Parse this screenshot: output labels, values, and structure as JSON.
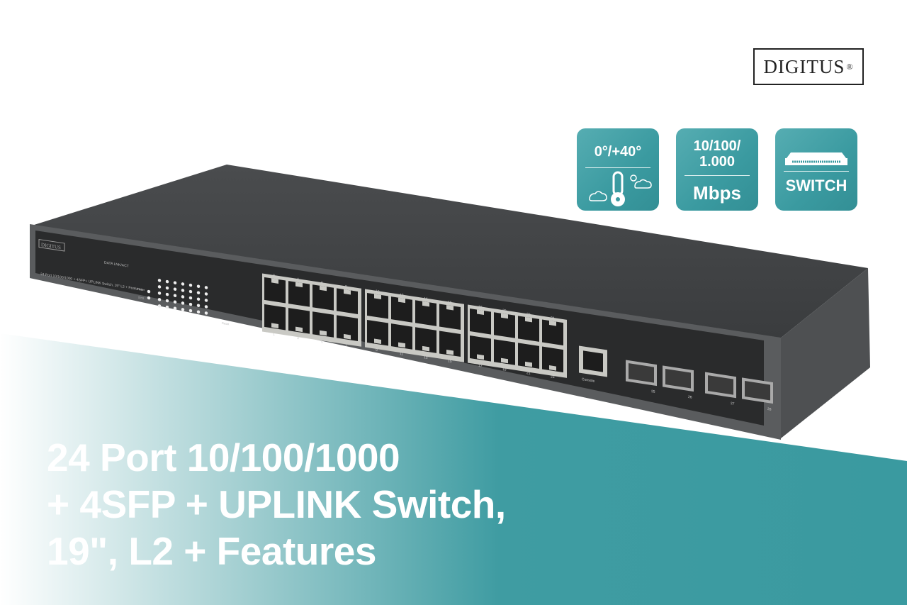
{
  "brand": {
    "logo": "DIGITUS",
    "registered": "®"
  },
  "badges": [
    {
      "top": "0°/+40°",
      "icon": "thermometer-weather-icon"
    },
    {
      "top": "10/100/",
      "middle": "1.000",
      "bottom": "Mbps"
    },
    {
      "icon": "switch-icon",
      "bottom": "SWITCH"
    }
  ],
  "product": {
    "panel_logo": "DIGITUS",
    "panel_text": "24 Port 10/100/1000 + 4SFP+ UPLINK Switch, 19\" L2 + Features",
    "led_label": "DATA LNK/ACT",
    "power_label": "Power",
    "sys_label": "SYS",
    "reset_label": "Reset",
    "console_label": "Console",
    "top_port_numbers": [
      "2",
      "4",
      "6",
      "8",
      "10",
      "12",
      "14",
      "16",
      "18",
      "20",
      "22",
      "24"
    ],
    "bottom_port_numbers": [
      "1",
      "3",
      "5",
      "7",
      "9",
      "11",
      "13",
      "15",
      "17",
      "19",
      "21",
      "23"
    ],
    "sfp_numbers": [
      "25",
      "26",
      "27",
      "28"
    ]
  },
  "headline": [
    "24 Port 10/100/1000",
    "+ 4SFP + UPLINK Switch,",
    "19\", L2 + Features"
  ],
  "colors": {
    "teal": "#3a9aa0",
    "device": "#3b3d3f"
  }
}
